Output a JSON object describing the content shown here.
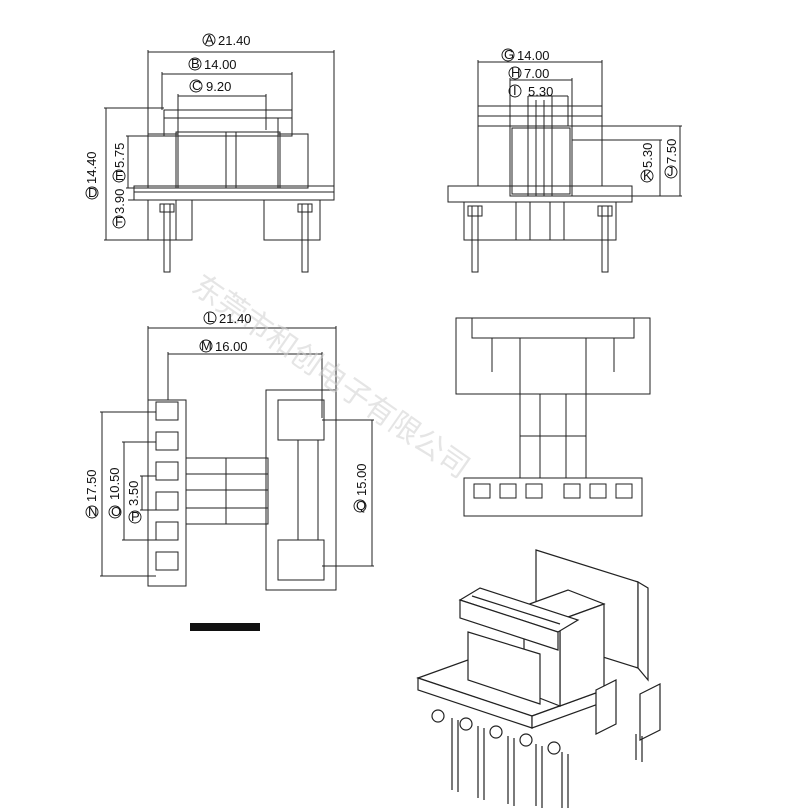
{
  "watermark": "东莞市和创电子有限公司",
  "views": {
    "front": {
      "dims": [
        {
          "letter": "A",
          "value": "21.40"
        },
        {
          "letter": "B",
          "value": "14.00"
        },
        {
          "letter": "C",
          "value": "9.20"
        },
        {
          "letter": "D",
          "value": "14.40"
        },
        {
          "letter": "E",
          "value": "5.75"
        },
        {
          "letter": "F",
          "value": "3.90"
        }
      ]
    },
    "side": {
      "dims": [
        {
          "letter": "G",
          "value": "14.00"
        },
        {
          "letter": "H",
          "value": "7.00"
        },
        {
          "letter": "I",
          "value": "5.30"
        },
        {
          "letter": "K",
          "value": "5.30"
        },
        {
          "letter": "J",
          "value": "7.50"
        }
      ]
    },
    "top": {
      "dims": [
        {
          "letter": "L",
          "value": "21.40"
        },
        {
          "letter": "M",
          "value": "16.00"
        },
        {
          "letter": "N",
          "value": "17.50"
        },
        {
          "letter": "O",
          "value": "10.50"
        },
        {
          "letter": "P",
          "value": "3.50"
        },
        {
          "letter": "Q",
          "value": "15.00"
        }
      ]
    }
  }
}
